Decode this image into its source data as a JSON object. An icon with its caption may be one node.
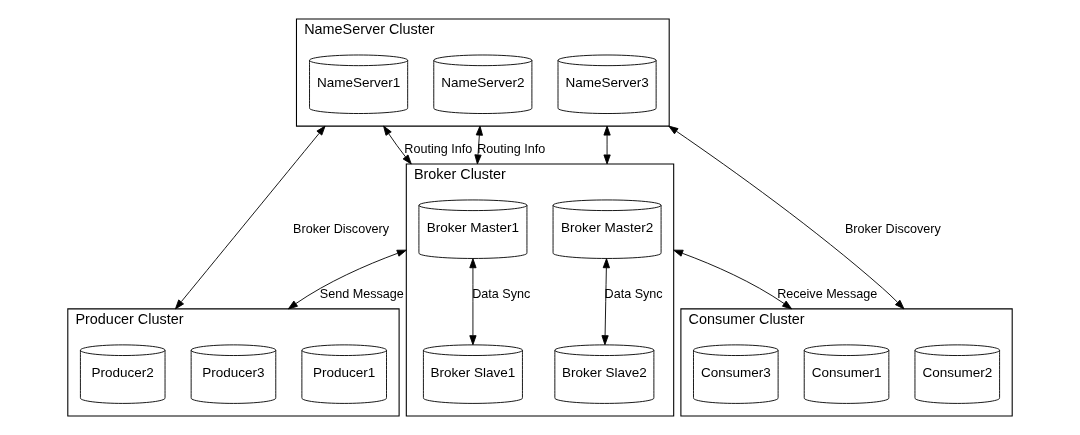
{
  "diagram": {
    "nodes": [
      {
        "text": [
          "NameServer Cluster"
        ]
      },
      {
        "text": [
          "NameServer1"
        ],
        "in": 0
      },
      {
        "text": [
          "NameServer2"
        ],
        "in": 0
      },
      {
        "text": [
          "NameServer3"
        ],
        "in": 0
      },
      {
        "text": [
          "Broker Cluster"
        ]
      },
      {
        "text": [
          "Broker Master1"
        ],
        "in": 4
      },
      {
        "text": [
          "Broker Master2"
        ],
        "in": 4
      },
      {
        "text": [
          "Broker Slave1"
        ],
        "in": 4
      },
      {
        "text": [
          "Broker Slave2"
        ],
        "in": 4
      },
      {
        "text": [
          "Producer Cluster"
        ]
      },
      {
        "text": [
          "Producer1"
        ],
        "in": 9
      },
      {
        "text": [
          "Producer2"
        ],
        "in": 9
      },
      {
        "text": [
          "Producer3"
        ],
        "in": 9
      },
      {
        "text": [
          "Consumer Cluster"
        ]
      },
      {
        "text": [
          "Consumer1"
        ],
        "in": 13
      },
      {
        "text": [
          "Consumer2"
        ],
        "in": 13
      },
      {
        "text": [
          "Consumer3"
        ],
        "in": 13
      }
    ],
    "edges": [
      {
        "from": 9,
        "to": 0,
        "arrow": "both",
        "label": "Broker Discovery"
      },
      {
        "from": 13,
        "to": 0,
        "arrow": "both",
        "label": "Broker Discovery"
      },
      {
        "from": 0,
        "to": 4,
        "arrow": "both",
        "label": "Routing Info"
      },
      {
        "from": 0,
        "to": 4,
        "arrow": "both",
        "label": "Routing Info"
      },
      {
        "from": 0,
        "to": 4,
        "arrow": "both"
      },
      {
        "from": 9,
        "to": 4,
        "arrow": "both",
        "label": "Send Message"
      },
      {
        "from": 4,
        "to": 13,
        "arrow": "both",
        "label": "Receive Message"
      },
      {
        "from": 5,
        "to": 7,
        "arrow": "both",
        "label": "Data Sync"
      },
      {
        "from": 6,
        "to": 8,
        "arrow": "both",
        "label": "Data Sync"
      }
    ]
  }
}
